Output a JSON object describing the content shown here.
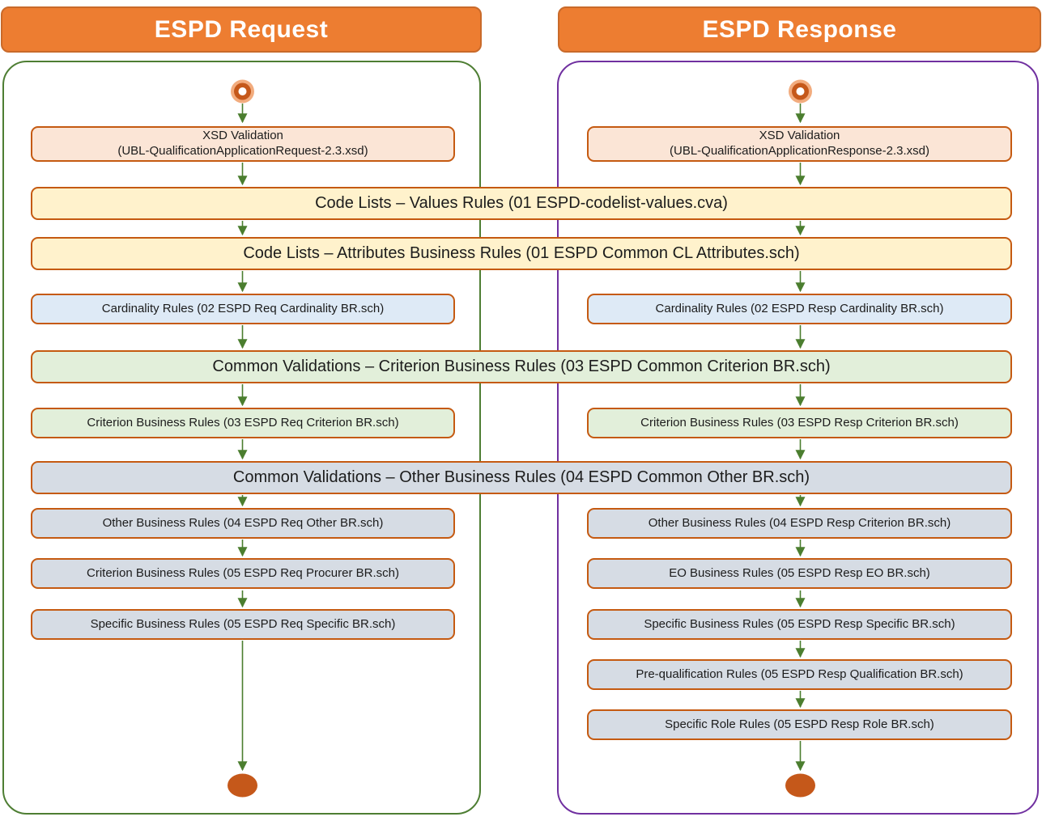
{
  "palette": {
    "header_fill": "#ED7D31",
    "box_border": "#C55A11",
    "peach": "#FBE5D6",
    "yellow": "#FFF2CC",
    "blue": "#DEEAF6",
    "green": "#E2EFDA",
    "gray": "#D6DCE4",
    "arrow_green": "#4B7E2F",
    "request_border": "#4E7E33",
    "response_border": "#7030A0",
    "node_orange": "#C5581A",
    "node_halo": "#F2AC7E"
  },
  "headers": {
    "request": "ESPD Request",
    "response": "ESPD Response"
  },
  "request": {
    "xsd_line1": "XSD Validation",
    "xsd_line2": "(UBL-QualificationApplicationRequest-2.3.xsd)",
    "cardinality": "Cardinality Rules (02 ESPD Req Cardinality BR.sch)",
    "criterion": "Criterion Business Rules (03 ESPD Req Criterion BR.sch)",
    "other": "Other Business Rules (04 ESPD Req Other BR.sch)",
    "procurer": "Criterion Business Rules (05 ESPD Req Procurer BR.sch)",
    "specific": "Specific Business Rules (05 ESPD Req Specific BR.sch)"
  },
  "response": {
    "xsd_line1": "XSD Validation",
    "xsd_line2": "(UBL-QualificationApplicationResponse-2.3.xsd)",
    "cardinality": "Cardinality Rules (02 ESPD Resp Cardinality BR.sch)",
    "criterion": "Criterion Business Rules (03 ESPD Resp Criterion BR.sch)",
    "other": "Other Business Rules (04 ESPD Resp Criterion BR.sch)",
    "eo": "EO Business Rules (05 ESPD Resp EO BR.sch)",
    "specific": "Specific Business Rules (05 ESPD Resp Specific BR.sch)",
    "prequalification": "Pre-qualification Rules (05 ESPD Resp Qualification BR.sch)",
    "role": "Specific Role Rules (05 ESPD Resp Role BR.sch)"
  },
  "shared": {
    "codelist_values": "Code Lists – Values Rules (01 ESPD-codelist-values.cva)",
    "codelist_attributes": "Code Lists – Attributes Business Rules (01 ESPD Common CL Attributes.sch)",
    "common_criterion": "Common Validations – Criterion Business Rules (03 ESPD Common Criterion BR.sch)",
    "common_other": "Common Validations – Other Business Rules (04 ESPD Common Other BR.sch)"
  }
}
